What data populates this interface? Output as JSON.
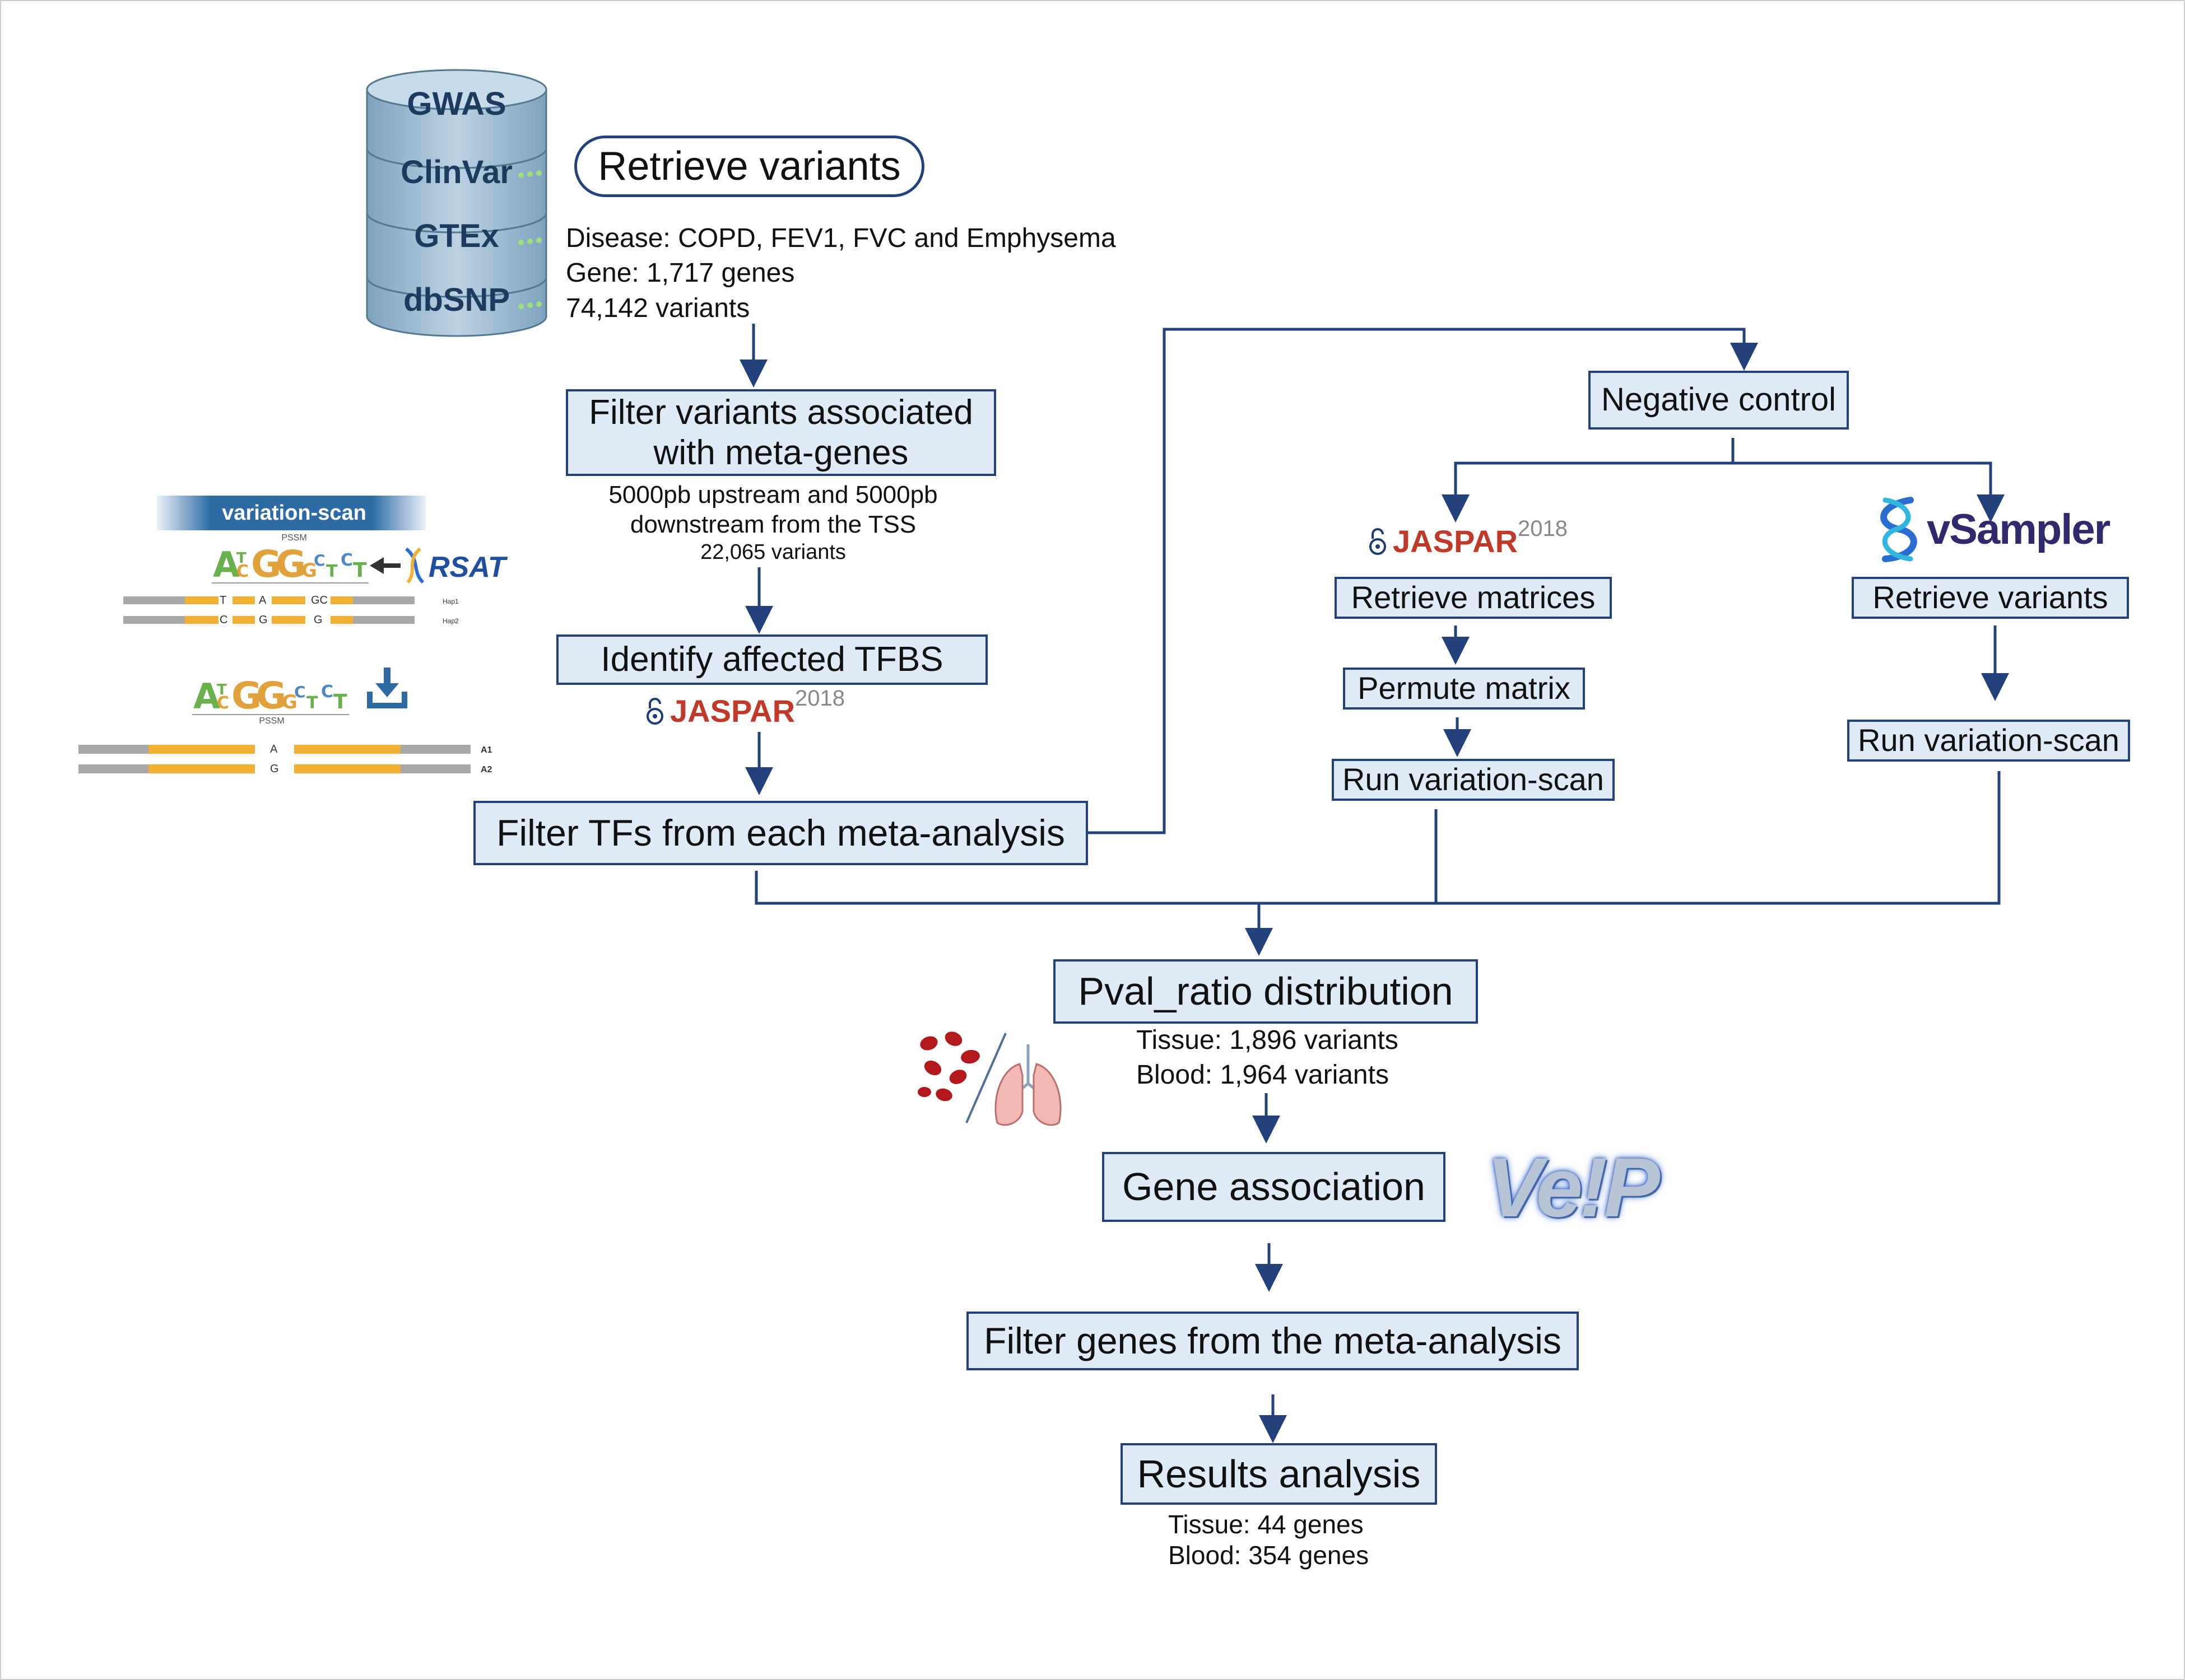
{
  "databases": [
    "GWAS",
    "ClinVar",
    "GTEx",
    "dbSNP"
  ],
  "steps": {
    "retrieve": "Retrieve variants",
    "filter_meta_line1": "Filter variants associated",
    "filter_meta_line2": "with meta-genes",
    "identify_tfbs": "Identify affected TFBS",
    "filter_tfs": "Filter TFs from each meta-analysis",
    "negative_control": "Negative control",
    "retrieve_matrices": "Retrieve matrices",
    "permute_matrix": "Permute matrix",
    "run_scan_left": "Run variation-scan",
    "retrieve_variants_right": "Retrieve variants",
    "run_scan_right": "Run variation-scan",
    "pval_ratio": "Pval_ratio distribution",
    "gene_association": "Gene association",
    "filter_genes": "Filter genes from the meta-analysis",
    "results": "Results analysis"
  },
  "notes": {
    "retrieve": [
      "Disease: COPD, FEV1, FVC and Emphysema",
      "Gene: 1,717 genes",
      "74,142 variants"
    ],
    "filter_meta": [
      "5000pb upstream and 5000pb",
      "downstream from the TSS",
      "22,065 variants"
    ],
    "pval": [
      "Tissue: 1,896 variants",
      "Blood: 1,964 variants"
    ],
    "results": [
      "Tissue: 44 genes",
      "Blood: 354 genes"
    ]
  },
  "logos": {
    "jaspar_name": "JASPAR",
    "jaspar_year": "2018",
    "vsampler": "vSampler",
    "vep": "Ve!P",
    "rsat": "RSAT"
  },
  "variation_scan_figure": {
    "title": "variation-scan",
    "pssm_label": "PSSM",
    "hap1": [
      "T",
      "A",
      "GC"
    ],
    "hap2": [
      "C",
      "G",
      "G"
    ],
    "hap_labels": [
      "Hap1",
      "Hap2"
    ],
    "allele_letters": [
      "A",
      "G"
    ],
    "allele_labels": [
      "A1",
      "A2"
    ]
  },
  "colors": {
    "box_fill": "#dfeaf6",
    "box_border": "#23417a",
    "arrow": "#23417a",
    "jaspar_red": "#c0392b",
    "vsampler_navy": "#2e2a6b",
    "allele_bar": "#f2b134",
    "ref_bar": "#a8a8a8"
  },
  "icons": [
    "database-stack-icon",
    "download-icon",
    "blood-cells-icon",
    "lungs-icon",
    "jaspar-lock-icon",
    "vsampler-helix-icon"
  ]
}
